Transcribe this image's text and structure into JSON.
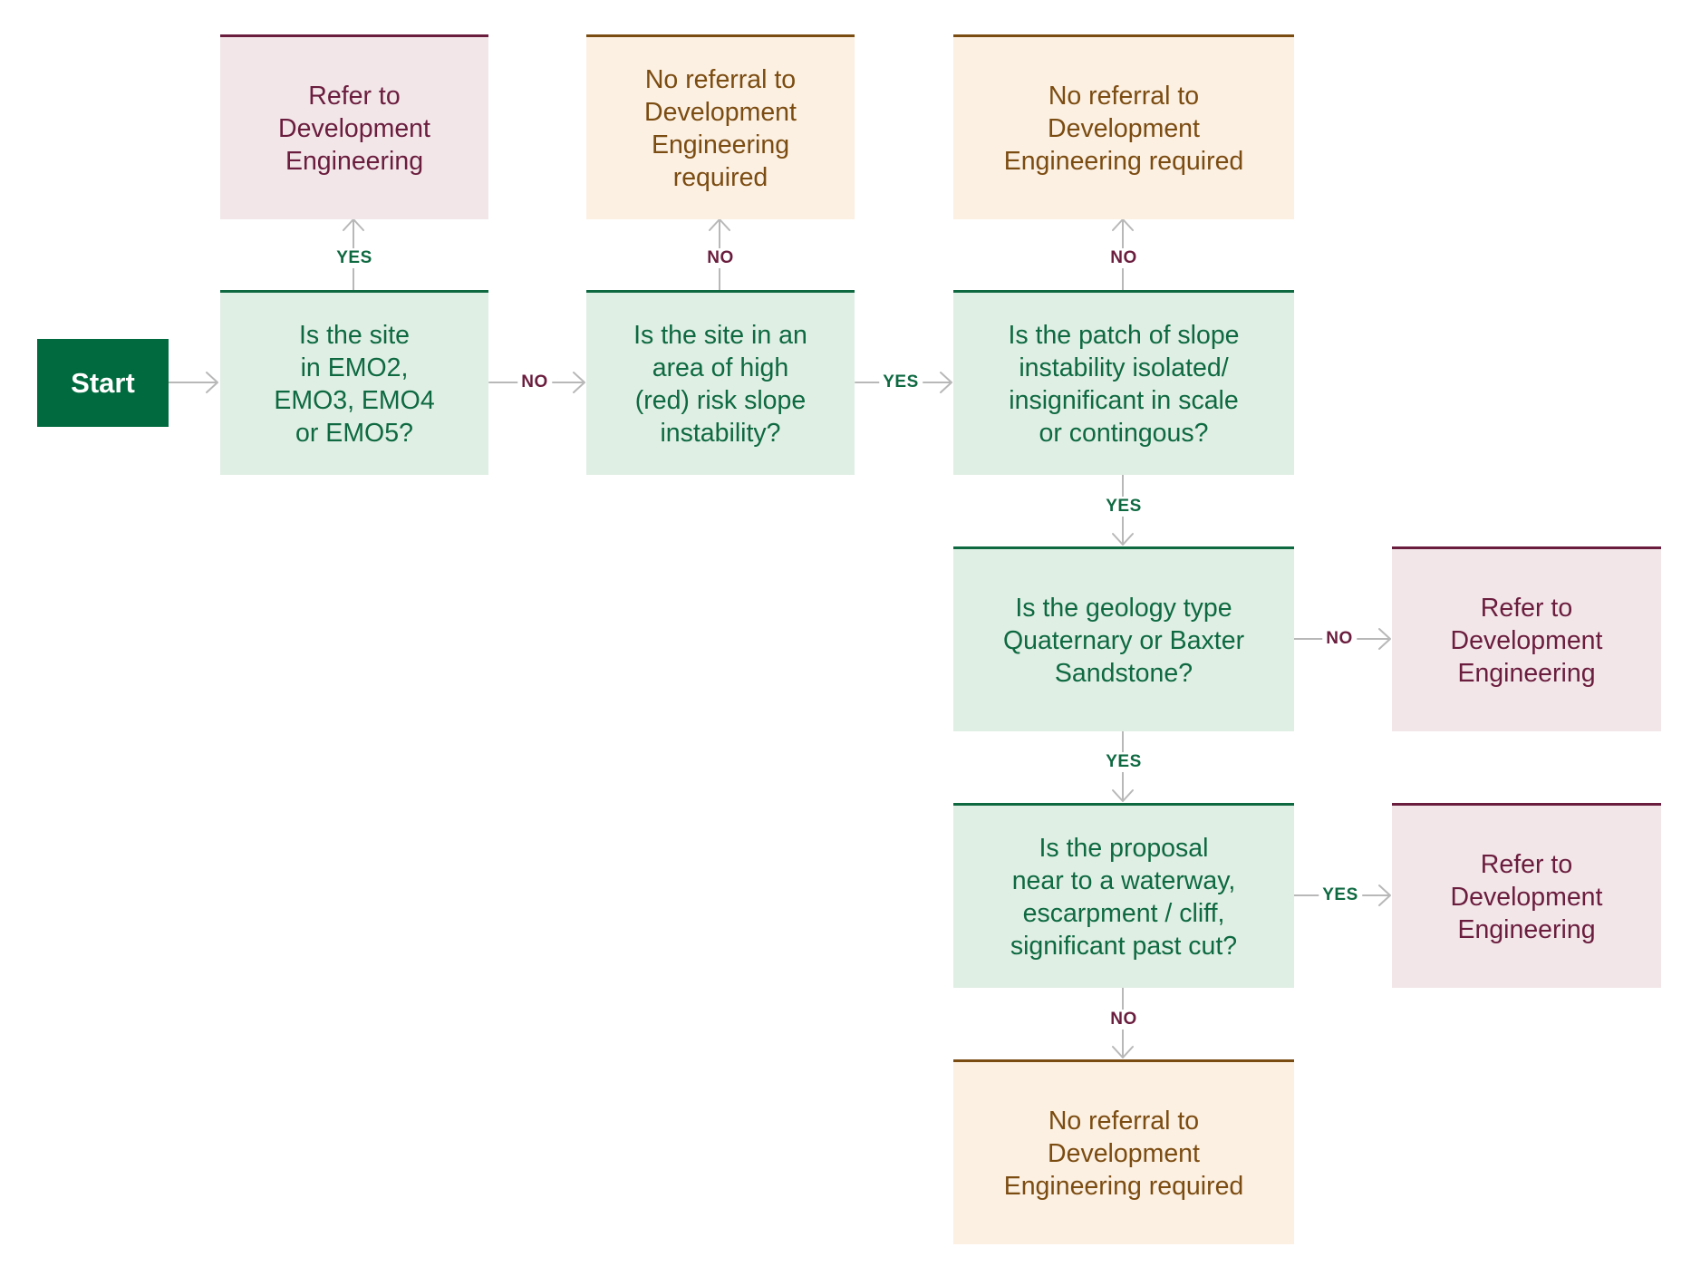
{
  "start": {
    "label": "Start"
  },
  "questions": {
    "q1": "Is the site\nin EMO2,\nEMO3, EMO4\nor EMO5?",
    "q2": "Is the site in an\narea of high\n(red) risk slope\ninstability?",
    "q3": "Is the patch of slope\ninstability isolated/\ninsignificant in scale\nor contingous?",
    "q4": "Is the geology type\nQuaternary or Baxter\nSandstone?",
    "q5": "Is the proposal\nnear to a waterway,\nescarpment / cliff,\nsignificant past cut?"
  },
  "outcomes": {
    "o1": "Refer to\nDevelopment\nEngineering",
    "o2": "No referral to\nDevelopment\nEngineering\nrequired",
    "o3": "No referral to\nDevelopment\nEngineering required",
    "o4": "Refer to\nDevelopment\nEngineering",
    "o5": "Refer to\nDevelopment\nEngineering",
    "o6": "No referral to\nDevelopment\nEngineering required"
  },
  "edge_labels": {
    "q1_up": "YES",
    "q1_right": "NO",
    "q2_up": "NO",
    "q2_right": "YES",
    "q3_up": "NO",
    "q3_down": "YES",
    "q4_right": "NO",
    "q4_down": "YES",
    "q5_right": "YES",
    "q5_down": "NO"
  },
  "colors": {
    "start_fill": "#016a3e",
    "question_fill": "#e0efe4",
    "question_text": "#0e6941",
    "refer_fill": "#f2e6e9",
    "refer_text": "#6a1d3d",
    "noref_fill": "#fcf0e2",
    "noref_text": "#7b4c12",
    "connector": "#b8b8b8"
  }
}
